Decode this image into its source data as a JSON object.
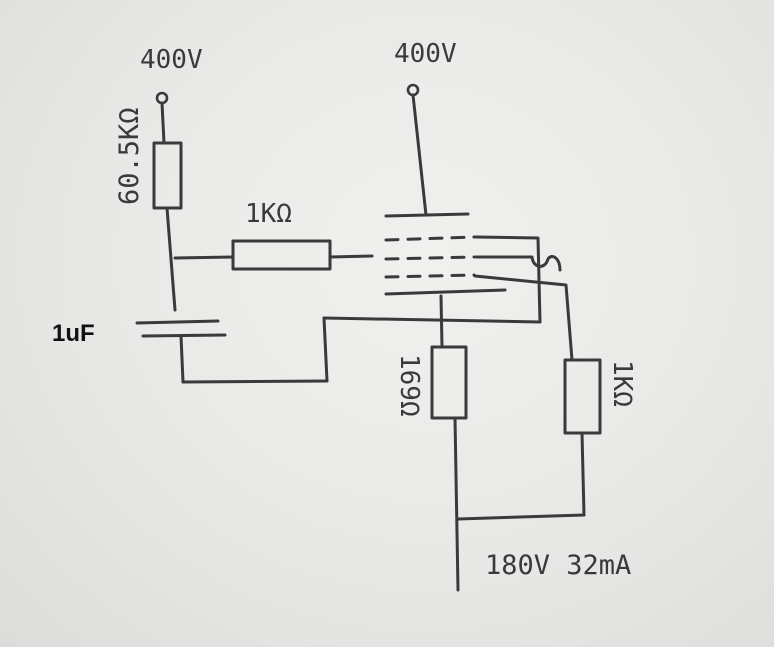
{
  "labels": {
    "supply_left": "400V",
    "supply_right": "400V",
    "r_plate": "60.5KΩ",
    "r_grid": "1KΩ",
    "capacitor": "1uF",
    "r_cathode": "169Ω",
    "r_screen": "1KΩ",
    "output": "180V 32mA"
  },
  "colors": {
    "ink": "#3a3a3a",
    "paper": "#ecece9",
    "typed_text": "#111111"
  }
}
